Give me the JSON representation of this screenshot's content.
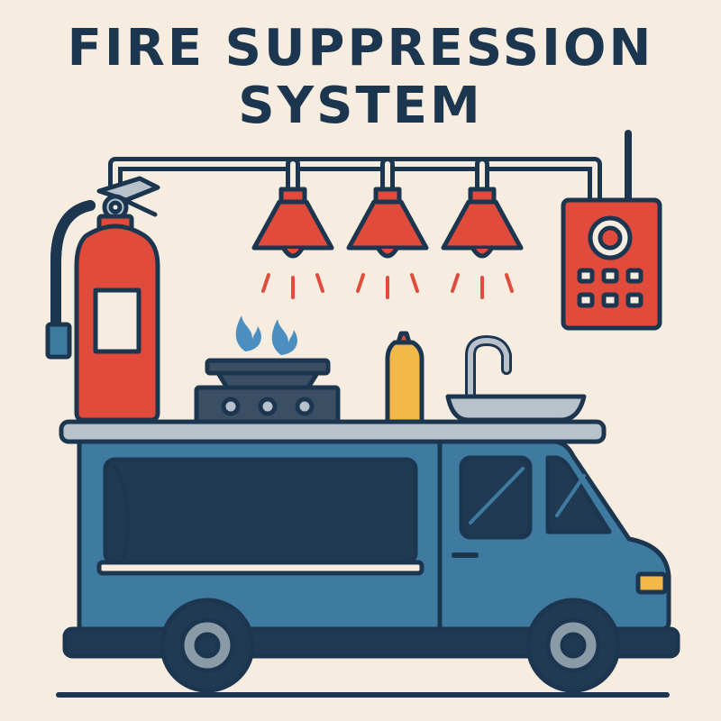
{
  "title": {
    "line1": "FIRE SUPPRESSION",
    "line2": "SYSTEM"
  },
  "colors": {
    "background": "#f6ede0",
    "outline": "#1d3650",
    "red": "#e04b3c",
    "truck_blue": "#3f7aa0",
    "dark_blue": "#1f3a52",
    "counter_gray": "#b7c2cb",
    "flame_blue": "#4a8fbf",
    "bottle_yellow": "#f2b84a",
    "wheel_gray": "#8a9aa6"
  },
  "icons": [
    "pipe-network",
    "fire-extinguisher-icon",
    "sprinkler-nozzle-icon",
    "control-panel-icon",
    "stove-icon",
    "pan-icon",
    "flame-icon",
    "sauce-bottle-icon",
    "sink-icon",
    "faucet-icon",
    "food-truck-icon",
    "wheel-icon"
  ]
}
